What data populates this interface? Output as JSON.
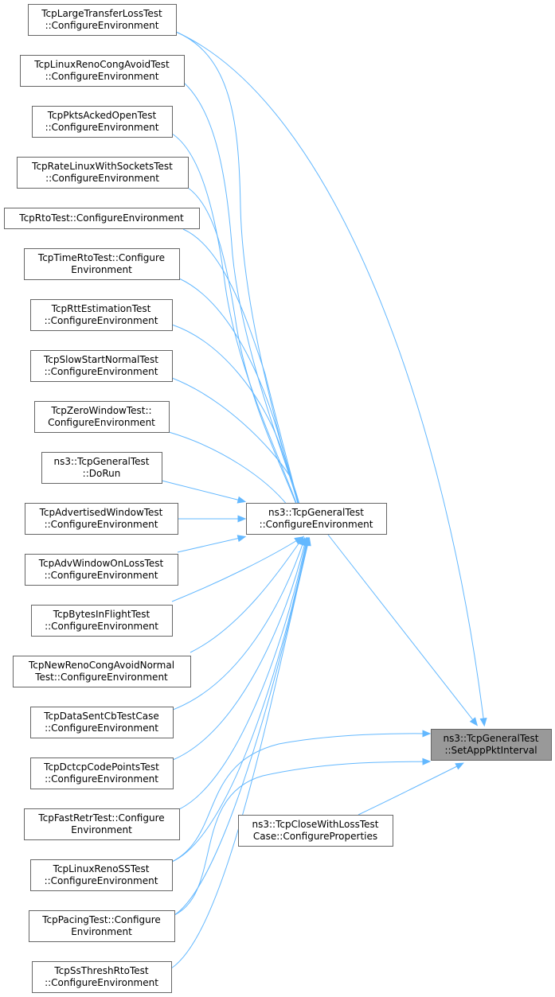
{
  "graph": {
    "target": {
      "id": "setapp",
      "lines": [
        "ns3::TcpGeneralTest",
        "::SetAppPktInterval"
      ],
      "fill": "#999999"
    },
    "hub": {
      "id": "hub",
      "lines": [
        "ns3::TcpGeneralTest",
        "::ConfigureEnvironment"
      ]
    },
    "callers": [
      {
        "id": "c0",
        "lines": [
          "TcpLargeTransferLossTest",
          "::ConfigureEnvironment"
        ]
      },
      {
        "id": "c1",
        "lines": [
          "TcpLinuxRenoCongAvoidTest",
          "::ConfigureEnvironment"
        ]
      },
      {
        "id": "c2",
        "lines": [
          "TcpPktsAckedOpenTest",
          "::ConfigureEnvironment"
        ]
      },
      {
        "id": "c3",
        "lines": [
          "TcpRateLinuxWithSocketsTest",
          "::ConfigureEnvironment"
        ]
      },
      {
        "id": "c4",
        "lines": [
          "TcpRtoTest::ConfigureEnvironment"
        ]
      },
      {
        "id": "c5",
        "lines": [
          "TcpTimeRtoTest::Configure",
          "Environment"
        ]
      },
      {
        "id": "c6",
        "lines": [
          "TcpRttEstimationTest",
          "::ConfigureEnvironment"
        ]
      },
      {
        "id": "c7",
        "lines": [
          "TcpSlowStartNormalTest",
          "::ConfigureEnvironment"
        ]
      },
      {
        "id": "c8",
        "lines": [
          "TcpZeroWindowTest::",
          "ConfigureEnvironment"
        ]
      },
      {
        "id": "c9",
        "lines": [
          "ns3::TcpGeneralTest",
          "::DoRun"
        ]
      },
      {
        "id": "c10",
        "lines": [
          "TcpAdvertisedWindowTest",
          "::ConfigureEnvironment"
        ]
      },
      {
        "id": "c11",
        "lines": [
          "TcpAdvWindowOnLossTest",
          "::ConfigureEnvironment"
        ]
      },
      {
        "id": "c12",
        "lines": [
          "TcpBytesInFlightTest",
          "::ConfigureEnvironment"
        ]
      },
      {
        "id": "c13",
        "lines": [
          "TcpNewRenoCongAvoidNormal",
          "Test::ConfigureEnvironment"
        ]
      },
      {
        "id": "c14",
        "lines": [
          "TcpDataSentCbTestCase",
          "::ConfigureEnvironment"
        ]
      },
      {
        "id": "c15",
        "lines": [
          "TcpDctcpCodePointsTest",
          "::ConfigureEnvironment"
        ]
      },
      {
        "id": "c16",
        "lines": [
          "TcpFastRetrTest::Configure",
          "Environment"
        ]
      },
      {
        "id": "c17",
        "lines": [
          "TcpLinuxRenoSSTest",
          "::ConfigureEnvironment"
        ]
      },
      {
        "id": "c18",
        "lines": [
          "TcpPacingTest::Configure",
          "Environment"
        ]
      },
      {
        "id": "c19",
        "lines": [
          "TcpSsThreshRtoTest",
          "::ConfigureEnvironment"
        ]
      },
      {
        "id": "c20",
        "lines": [
          "ns3::TcpCloseWithLossTest",
          "Case::ConfigureProperties"
        ]
      }
    ],
    "edges": [
      {
        "from": "c0",
        "to": "hub"
      },
      {
        "from": "c1",
        "to": "hub"
      },
      {
        "from": "c2",
        "to": "hub"
      },
      {
        "from": "c3",
        "to": "hub"
      },
      {
        "from": "c4",
        "to": "hub"
      },
      {
        "from": "c5",
        "to": "hub"
      },
      {
        "from": "c6",
        "to": "hub"
      },
      {
        "from": "c7",
        "to": "hub"
      },
      {
        "from": "c8",
        "to": "hub"
      },
      {
        "from": "c9",
        "to": "hub"
      },
      {
        "from": "c10",
        "to": "hub"
      },
      {
        "from": "c11",
        "to": "hub"
      },
      {
        "from": "c12",
        "to": "hub"
      },
      {
        "from": "c13",
        "to": "hub"
      },
      {
        "from": "c14",
        "to": "hub"
      },
      {
        "from": "c15",
        "to": "hub"
      },
      {
        "from": "c16",
        "to": "hub"
      },
      {
        "from": "c17",
        "to": "hub"
      },
      {
        "from": "c18",
        "to": "hub"
      },
      {
        "from": "c19",
        "to": "hub"
      },
      {
        "from": "hub",
        "to": "setapp"
      },
      {
        "from": "c0",
        "to": "setapp"
      },
      {
        "from": "c17",
        "to": "setapp"
      },
      {
        "from": "c18",
        "to": "setapp"
      },
      {
        "from": "c20",
        "to": "setapp"
      }
    ],
    "colors": {
      "edge": "#63b8ff",
      "node_border": "#666666",
      "node_fill": "#ffffff",
      "target_fill": "#999999"
    }
  }
}
